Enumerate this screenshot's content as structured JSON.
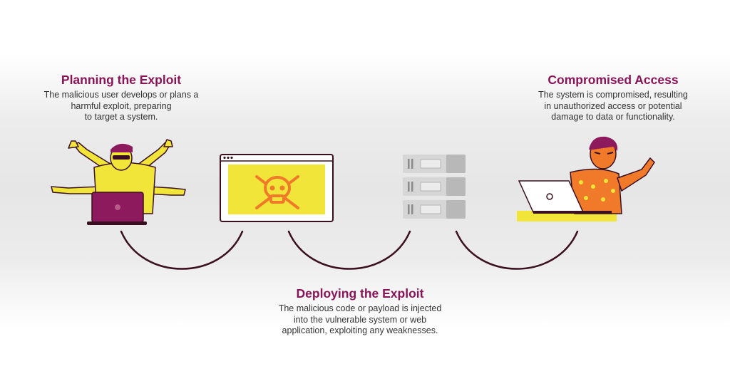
{
  "steps": {
    "planning": {
      "title": "Planning the Exploit",
      "desc_lines": [
        "The malicious user develops or plans a",
        "harmful exploit, preparing",
        "to target a system."
      ]
    },
    "deploying": {
      "title": "Deploying the Exploit",
      "desc_lines": [
        "The malicious code or payload is injected",
        "into the vulnerable system or web",
        "application, exploiting any weaknesses."
      ]
    },
    "compromised": {
      "title": "Compromised Access",
      "desc_lines": [
        "The system is compromised, resulting",
        "in unauthorized access or potential",
        "damage to data or functionality."
      ]
    }
  },
  "illustrations": {
    "attacker": "multi-armed-hacker-with-laptop",
    "payload": "browser-window-with-skull-icon",
    "server": "server-stack-icon",
    "victim": "frustrated-user-with-laptop"
  },
  "colors": {
    "title": "#8a1457",
    "text": "#333333",
    "connector": "#3a1020",
    "yellow": "#f2e53a",
    "laptop_purple": "#8c1a5c",
    "skin_orange": "#f07a2a",
    "server_gray": "#bdbdbd"
  }
}
